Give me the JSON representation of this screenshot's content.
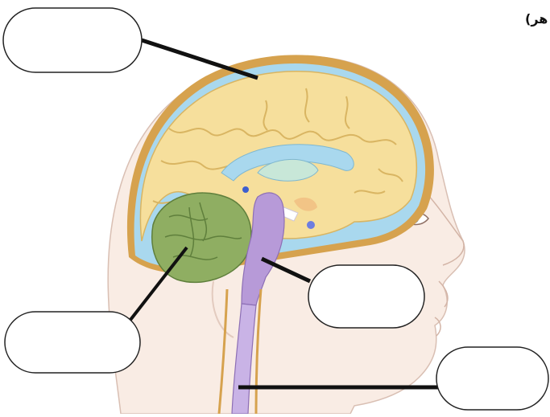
{
  "corner_text": "(ه‍ر",
  "labels": [
    {
      "id": "cerebrum",
      "text": ""
    },
    {
      "id": "cerebellum",
      "text": ""
    },
    {
      "id": "brainstem",
      "text": ""
    },
    {
      "id": "spinal-cord",
      "text": ""
    }
  ],
  "colors": {
    "cerebrum": "#f6df9c",
    "cerebrum_lines": "#d9b562",
    "meninges": "#d6a24e",
    "csf": "#a9d8ee",
    "cerebellum": "#8fae62",
    "cerebellum_dark": "#5f7f3c",
    "brainstem": "#b79ad8",
    "spinal": "#c9b3e6",
    "skin": "#f9ece4",
    "skin_line": "#d9bfb3",
    "leader": "#111111"
  }
}
